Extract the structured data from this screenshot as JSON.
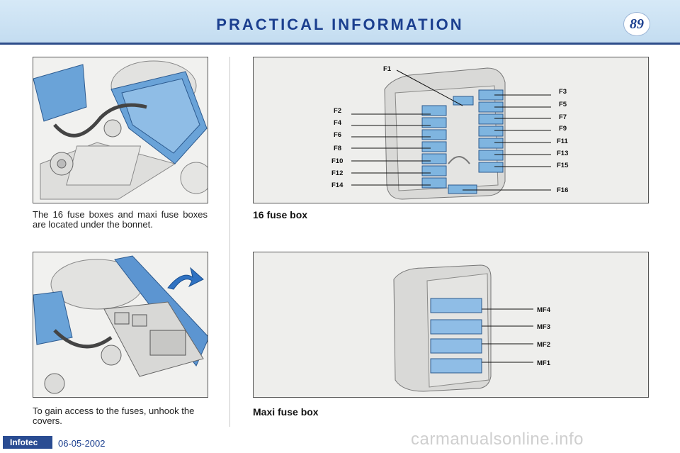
{
  "header": {
    "title": "PRACTICAL INFORMATION",
    "page_number": "89"
  },
  "left": {
    "caption_top": "The 16 fuse boxes and maxi fuse boxes are located under the bonnet.",
    "caption_bottom": "To gain access to the fuses, unhook the covers."
  },
  "fuse_box_16": {
    "heading": "16 fuse box",
    "labels": {
      "f1": "F1",
      "f2": "F2",
      "f3": "F3",
      "f4": "F4",
      "f5": "F5",
      "f6": "F6",
      "f7": "F7",
      "f8": "F8",
      "f9": "F9",
      "f10": "F10",
      "f11": "F11",
      "f12": "F12",
      "f13": "F13",
      "f14": "F14",
      "f15": "F15",
      "f16": "F16"
    }
  },
  "maxi_fuse_box": {
    "heading": "Maxi fuse box",
    "labels": {
      "mf4": "MF4",
      "mf3": "MF3",
      "mf2": "MF2",
      "mf1": "MF1"
    }
  },
  "footer": {
    "logo_text": "Infotec",
    "date": "06-05-2002",
    "watermark": "carmanualsonline.info"
  },
  "colors": {
    "header_blue": "#1b3f8f",
    "fuse_blue": "#7fb5e0",
    "cover_blue": "#5c95d1"
  }
}
